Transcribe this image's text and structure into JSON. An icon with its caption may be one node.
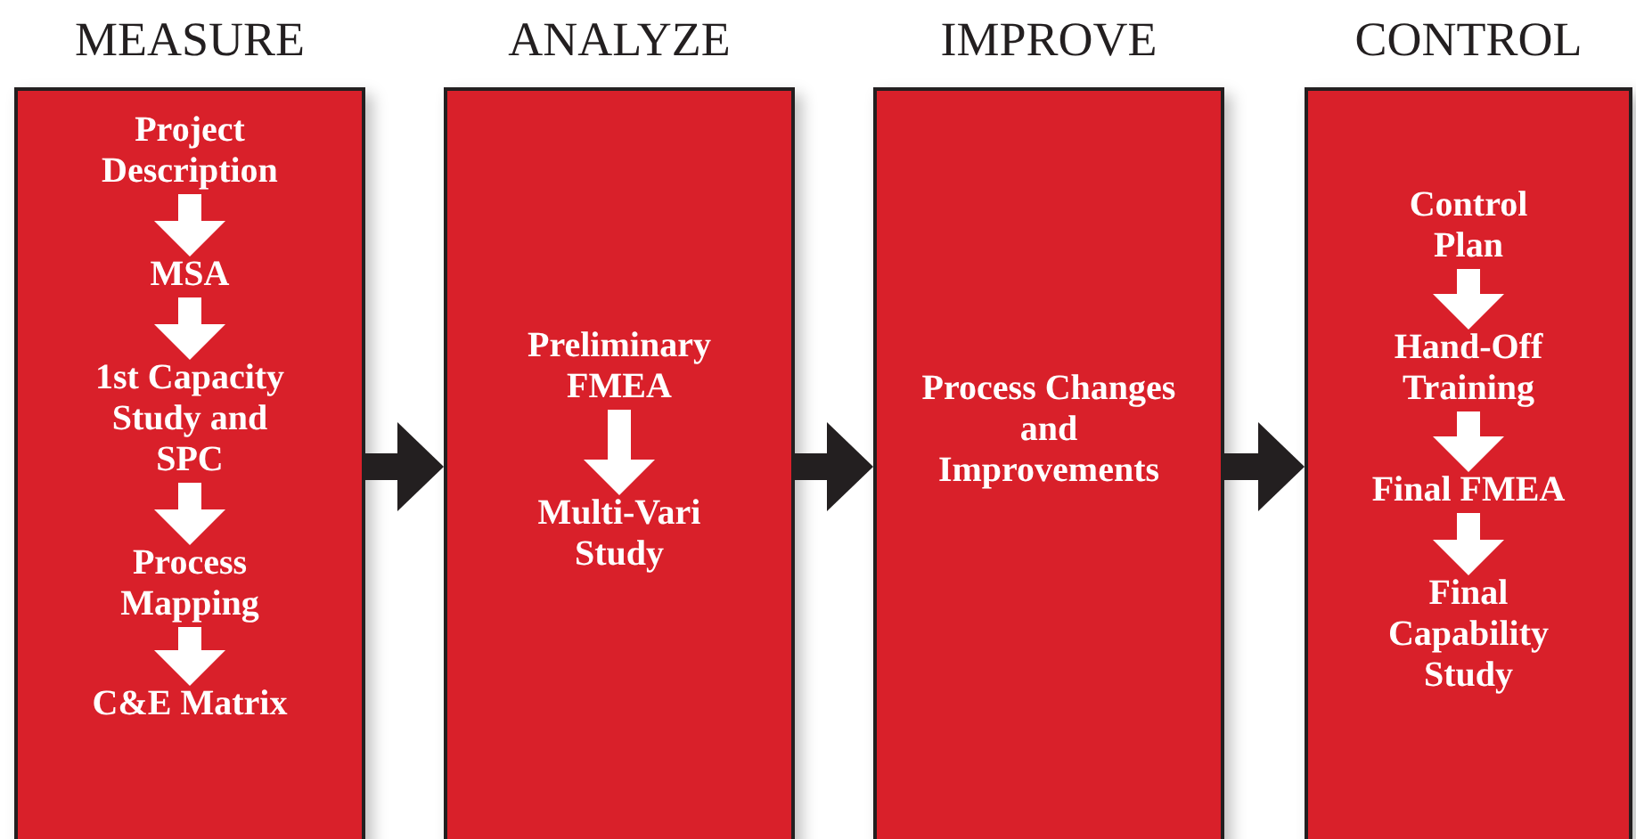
{
  "diagram": {
    "nodes": [
      {
        "text": [
          "MEASURE"
        ]
      },
      {
        "text": [
          "Project Description"
        ],
        "in": 0
      },
      {
        "text": [
          "MSA"
        ],
        "in": 0
      },
      {
        "text": [
          "1st Capacity Study and SPC"
        ],
        "in": 0
      },
      {
        "text": [
          "Process Mapping"
        ],
        "in": 0
      },
      {
        "text": [
          "C&E Matrix"
        ],
        "in": 0
      },
      {
        "text": [
          "ANALYZE"
        ]
      },
      {
        "text": [
          "Preliminary FMEA"
        ],
        "in": 6
      },
      {
        "text": [
          "Multi-Vari Study"
        ],
        "in": 6
      },
      {
        "text": [
          "IMPROVE"
        ]
      },
      {
        "text": [
          "Process Changes and Improvements"
        ],
        "in": 9
      },
      {
        "text": [
          "CONTROL"
        ]
      },
      {
        "text": [
          "Control Plan"
        ],
        "in": 11
      },
      {
        "text": [
          "Hand-Off Training"
        ],
        "in": 11
      },
      {
        "text": [
          "Final FMEA"
        ],
        "in": 11
      },
      {
        "text": [
          "Final Capability Study"
        ],
        "in": 11
      }
    ],
    "edges": [
      {
        "from": 1,
        "to": 2,
        "arrow": "to"
      },
      {
        "from": 2,
        "to": 3,
        "arrow": "to"
      },
      {
        "from": 3,
        "to": 4,
        "arrow": "to"
      },
      {
        "from": 4,
        "to": 5,
        "arrow": "to"
      },
      {
        "from": 0,
        "to": 6,
        "arrow": "to",
        "color": "#231f20"
      },
      {
        "from": 7,
        "to": 8,
        "arrow": "to"
      },
      {
        "from": 6,
        "to": 9,
        "arrow": "to",
        "color": "#231f20"
      },
      {
        "from": 9,
        "to": 11,
        "arrow": "to",
        "color": "#231f20"
      },
      {
        "from": 12,
        "to": 13,
        "arrow": "to"
      },
      {
        "from": 13,
        "to": 14,
        "arrow": "to"
      },
      {
        "from": 14,
        "to": 15,
        "arrow": "to"
      }
    ]
  }
}
